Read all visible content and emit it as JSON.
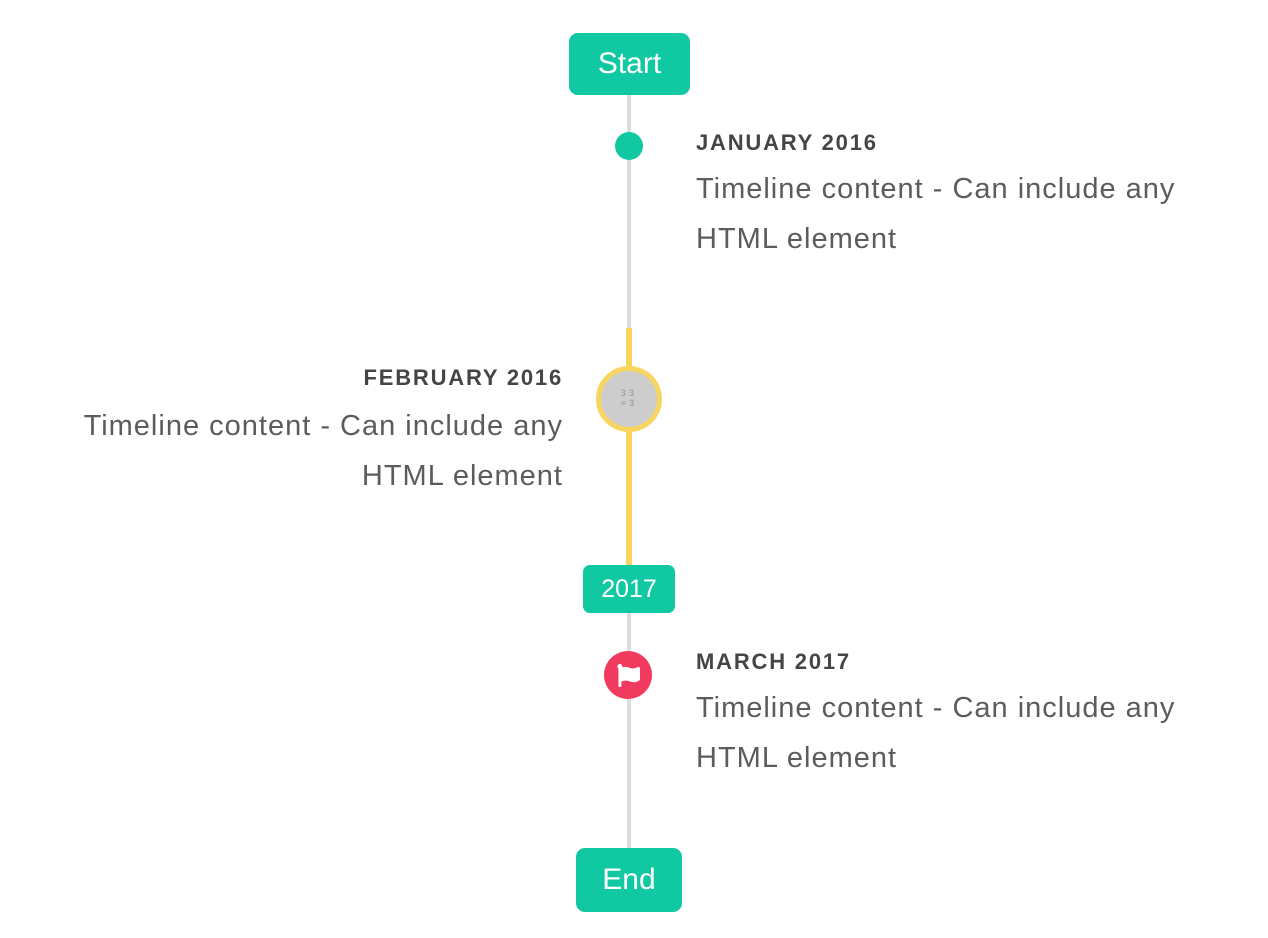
{
  "colors": {
    "accent_teal": "#10c9a2",
    "accent_red": "#f13b5e",
    "accent_yellow": "#f8d55f",
    "line_gray": "#dcdcdc",
    "marker_gray": "#cdcdcd",
    "heading_text": "#454545",
    "body_text": "#5c5c5c",
    "badge_text": "#ffffff"
  },
  "timeline": {
    "start_badge": "Start",
    "year_badge": "2017",
    "end_badge": "End",
    "items": [
      {
        "title": "JANUARY 2016",
        "side": "right",
        "marker": "teal-dot",
        "content_lines": [
          "Timeline content - Can include any",
          "HTML element"
        ]
      },
      {
        "title": "FEBRUARY 2016",
        "side": "left",
        "marker": "gray-circle-yellow-ring",
        "icon": "missing-glyph-icon",
        "marker_glyph_lines": [
          "33",
          "=3"
        ],
        "content_lines": [
          "Timeline content - Can include any",
          "HTML element"
        ]
      },
      {
        "title": "MARCH 2017",
        "side": "right",
        "marker": "red-flag-circle",
        "icon": "flag-icon",
        "content_lines": [
          "Timeline content - Can include any",
          "HTML element"
        ]
      }
    ]
  }
}
